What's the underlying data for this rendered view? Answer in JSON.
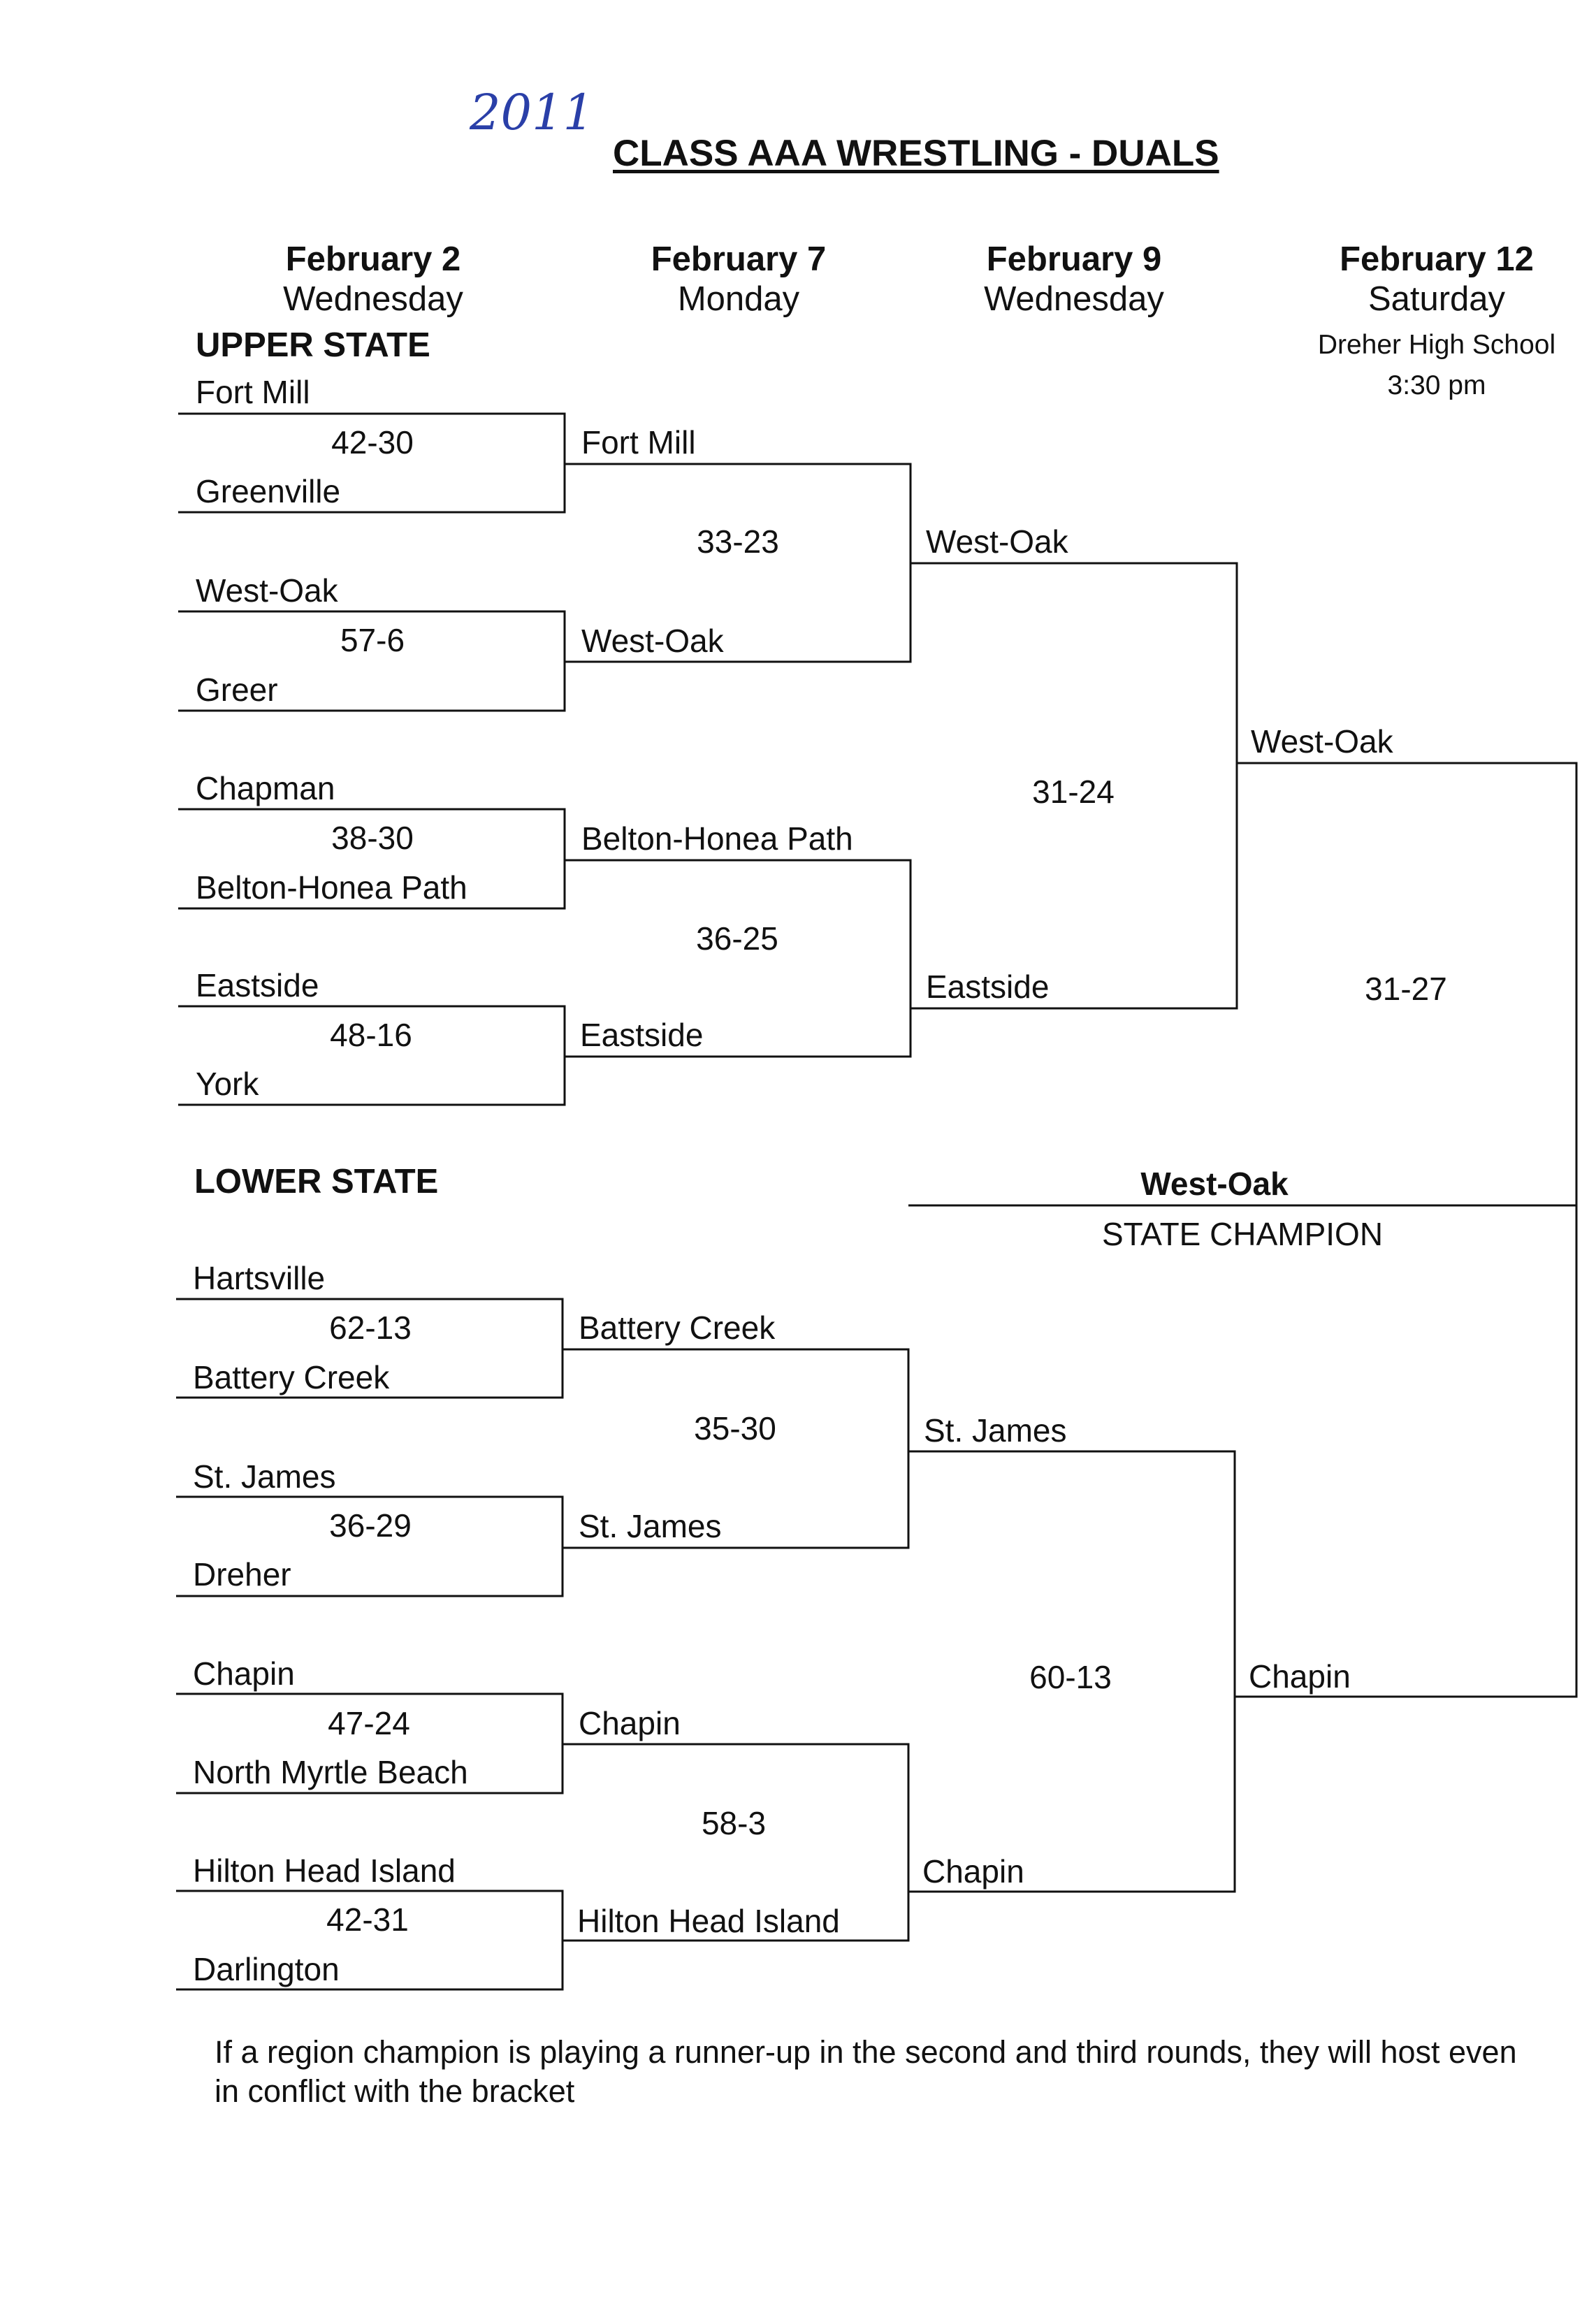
{
  "year_note": "2011",
  "title": "CLASS AAA WRESTLING - DUALS",
  "rounds": [
    {
      "date": "February 2",
      "day": "Wednesday"
    },
    {
      "date": "February 7",
      "day": "Monday"
    },
    {
      "date": "February 9",
      "day": "Wednesday"
    },
    {
      "date": "February 12",
      "day": "Saturday",
      "venue": "Dreher High School",
      "time": "3:30 pm"
    }
  ],
  "upper_state": {
    "label": "UPPER STATE",
    "round1": [
      {
        "top": "Fort Mill",
        "score": "42-30",
        "bottom": "Greenville"
      },
      {
        "top": "West-Oak",
        "score": "57-6",
        "bottom": "Greer"
      },
      {
        "top": "Chapman",
        "score": "38-30",
        "bottom": "Belton-Honea Path"
      },
      {
        "top": "Eastside",
        "score": "48-16",
        "bottom": "York"
      }
    ],
    "round2": [
      {
        "top": "Fort Mill",
        "score": "33-23",
        "bottom": "West-Oak"
      },
      {
        "top": "Belton-Honea Path",
        "score": "36-25",
        "bottom": "Eastside"
      }
    ],
    "round3": {
      "top": "West-Oak",
      "score": "31-24",
      "bottom": "Eastside"
    },
    "winner": "West-Oak"
  },
  "lower_state": {
    "label": "LOWER STATE",
    "round1": [
      {
        "top": "Hartsville",
        "score": "62-13",
        "bottom": "Battery Creek"
      },
      {
        "top": "St. James",
        "score": "36-29",
        "bottom": "Dreher"
      },
      {
        "top": "Chapin",
        "score": "47-24",
        "bottom": "North Myrtle Beach"
      },
      {
        "top": "Hilton Head Island",
        "score": "42-31",
        "bottom": "Darlington"
      }
    ],
    "round2": [
      {
        "top": "Battery Creek",
        "score": "35-30",
        "bottom": "St. James"
      },
      {
        "top": "Chapin",
        "score": "58-3",
        "bottom": "Hilton Head Island"
      }
    ],
    "round3": {
      "top": "St. James",
      "score": "60-13",
      "bottom": "Chapin"
    },
    "winner": "Chapin"
  },
  "final": {
    "score": "31-27",
    "champion": "West-Oak",
    "champion_label": "STATE CHAMPION"
  },
  "footnote": {
    "line1": "If a region champion is playing a runner-up in the second and third rounds, they will host even",
    "line2": "in conflict with the bracket"
  }
}
